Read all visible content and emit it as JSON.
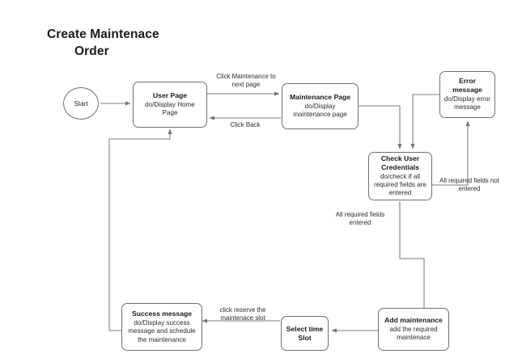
{
  "diagram": {
    "title_line1": "Create Maintenace",
    "title_line2": "Order",
    "start": {
      "label": "Start"
    },
    "nodes": [
      {
        "id": "user-page",
        "title": "User Page",
        "subtitle": "do/Display Home Page"
      },
      {
        "id": "maintenance-page",
        "title": "Maintenance Page",
        "subtitle": "do/Display maintenance page"
      },
      {
        "id": "error-message",
        "title": "Error message",
        "subtitle": "do/Display error message"
      },
      {
        "id": "check-user-credentials",
        "title": "Check User Credentials",
        "subtitle": "do/check if all required fields  are entered"
      },
      {
        "id": "add-maintenance",
        "title": "Add maintenance",
        "subtitle": "add the required maintenace"
      },
      {
        "id": "select-time-slot",
        "title": "Select time Slot",
        "subtitle": ""
      },
      {
        "id": "success-message",
        "title": "Success message",
        "subtitle": "do/Display success message and schedule the maintenance"
      }
    ],
    "edge_labels": [
      {
        "id": "click-maintenance",
        "text": "Click Maintenance to\nnext page"
      },
      {
        "id": "click-back",
        "text": "Click Back"
      },
      {
        "id": "fields-not-entered",
        "text": "All required fields not\nentered"
      },
      {
        "id": "fields-entered",
        "text": "All required fields\nentered"
      },
      {
        "id": "click-reserve",
        "text": "click reserve the\nmaintenace slot"
      }
    ],
    "colors": {
      "stroke": "#6f7072",
      "edge": "#7a7b7d",
      "text": "#1d1d1d",
      "background": "#ffffff"
    }
  }
}
